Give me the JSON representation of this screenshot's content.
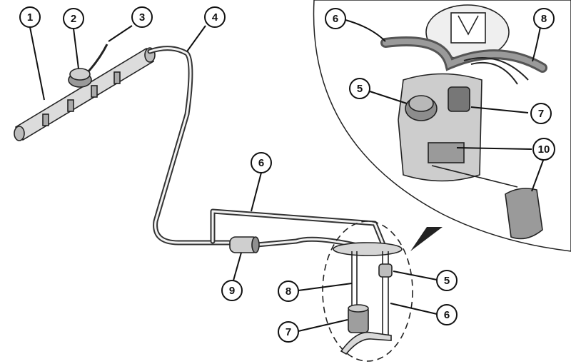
{
  "callouts": [
    {
      "id": "c1",
      "label": "1"
    },
    {
      "id": "c2",
      "label": "2"
    },
    {
      "id": "c3",
      "label": "3"
    },
    {
      "id": "c4",
      "label": "4"
    },
    {
      "id": "c6a",
      "label": "6"
    },
    {
      "id": "c9",
      "label": "9"
    },
    {
      "id": "c8a",
      "label": "8"
    },
    {
      "id": "c7a",
      "label": "7"
    },
    {
      "id": "c5a",
      "label": "5"
    },
    {
      "id": "c6b",
      "label": "6"
    },
    {
      "id": "c6c",
      "label": "6"
    },
    {
      "id": "c8b",
      "label": "8"
    },
    {
      "id": "c5b",
      "label": "5"
    },
    {
      "id": "c7b",
      "label": "7"
    },
    {
      "id": "c10",
      "label": "10"
    }
  ],
  "colors": {
    "line": "#222222",
    "fill_light": "#e8e8e8",
    "fill_mid": "#bdbdbd",
    "fill_dark": "#6f6f6f"
  }
}
